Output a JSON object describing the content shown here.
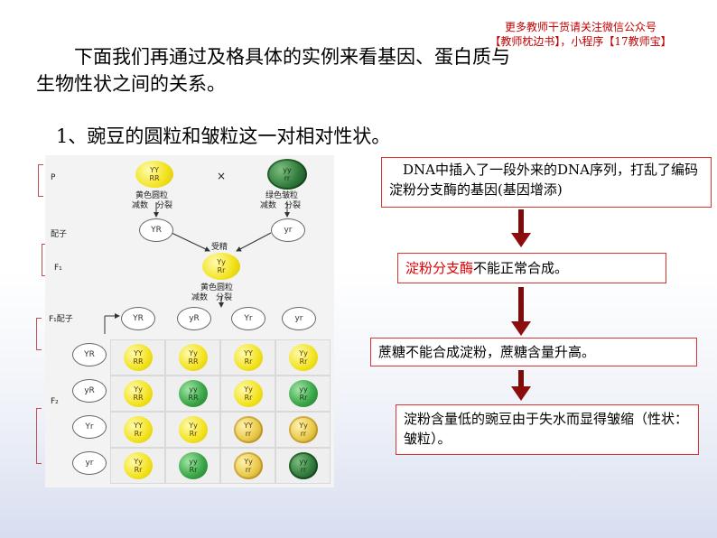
{
  "watermark": {
    "line1": "更多教师干货请关注微信公众号",
    "line2": "【教师枕边书】，小程序【17教师宝】"
  },
  "intro": {
    "line1": "　　下面我们再通过及格具体的实例来看基因、蛋白质与",
    "line2": "生物性状之间的关系。"
  },
  "heading": "1、豌豆的圆粒和皱粒这一对相对性状。",
  "diagram": {
    "row_labels": {
      "p": "P",
      "gamete": "配子",
      "f1": "F₁",
      "f1_gamete": "F₁配子",
      "f2": "F₂"
    },
    "cross_sign": "×",
    "parent1": {
      "genotype": "YY\nRR",
      "phenotype": "黄色圆粒",
      "process": "减数　分裂"
    },
    "parent2": {
      "genotype": "yy\nrr",
      "phenotype": "绿色皱粒",
      "process": "减数　分裂"
    },
    "gamete1": "YR",
    "gamete2": "yr",
    "fertilization": "受精",
    "f1": {
      "genotype": "Yy\nRr",
      "phenotype": "黄色圆粒",
      "process": "减数　分裂"
    },
    "f1_gametes": [
      "YR",
      "yR",
      "Yr",
      "yr"
    ],
    "f2_row_gametes": [
      "YR",
      "yR",
      "Yr",
      "yr"
    ],
    "f2_cells": [
      [
        {
          "g": "YY\nRR",
          "t": "yr"
        },
        {
          "g": "Yy\nRR",
          "t": "yr"
        },
        {
          "g": "YY\nRr",
          "t": "yr"
        },
        {
          "g": "Yy\nRr",
          "t": "yr"
        }
      ],
      [
        {
          "g": "Yy\nRR",
          "t": "yr"
        },
        {
          "g": "yy\nRR",
          "t": "gr"
        },
        {
          "g": "Yy\nRr",
          "t": "yr"
        },
        {
          "g": "yy\nRr",
          "t": "gr"
        }
      ],
      [
        {
          "g": "YY\nRr",
          "t": "yr"
        },
        {
          "g": "Yy\nRr",
          "t": "yr"
        },
        {
          "g": "YY\nrr",
          "t": "yw"
        },
        {
          "g": "Yy\nrr",
          "t": "yw"
        }
      ],
      [
        {
          "g": "Yy\nRr",
          "t": "yr"
        },
        {
          "g": "yy\nRr",
          "t": "gr"
        },
        {
          "g": "Yy\nrr",
          "t": "yw"
        },
        {
          "g": "yy\nrr",
          "t": "gw"
        }
      ]
    ]
  },
  "flow": {
    "step1": "　DNA中插入了一段外来的DNA序列，打乱了编码淀粉分支酶的基因(基因增添)",
    "step2_highlight": "淀粉分支酶",
    "step2_rest": "不能正常合成。",
    "step3": "蔗糖不能合成淀粉，蔗糖含量升高。",
    "step4": "淀粉含量低的豌豆由于失水而显得皱缩（性状：皱粒）。"
  },
  "colors": {
    "box_border": "#dd3333",
    "highlight": "#e00000",
    "arrow": "#8b0d0d"
  }
}
